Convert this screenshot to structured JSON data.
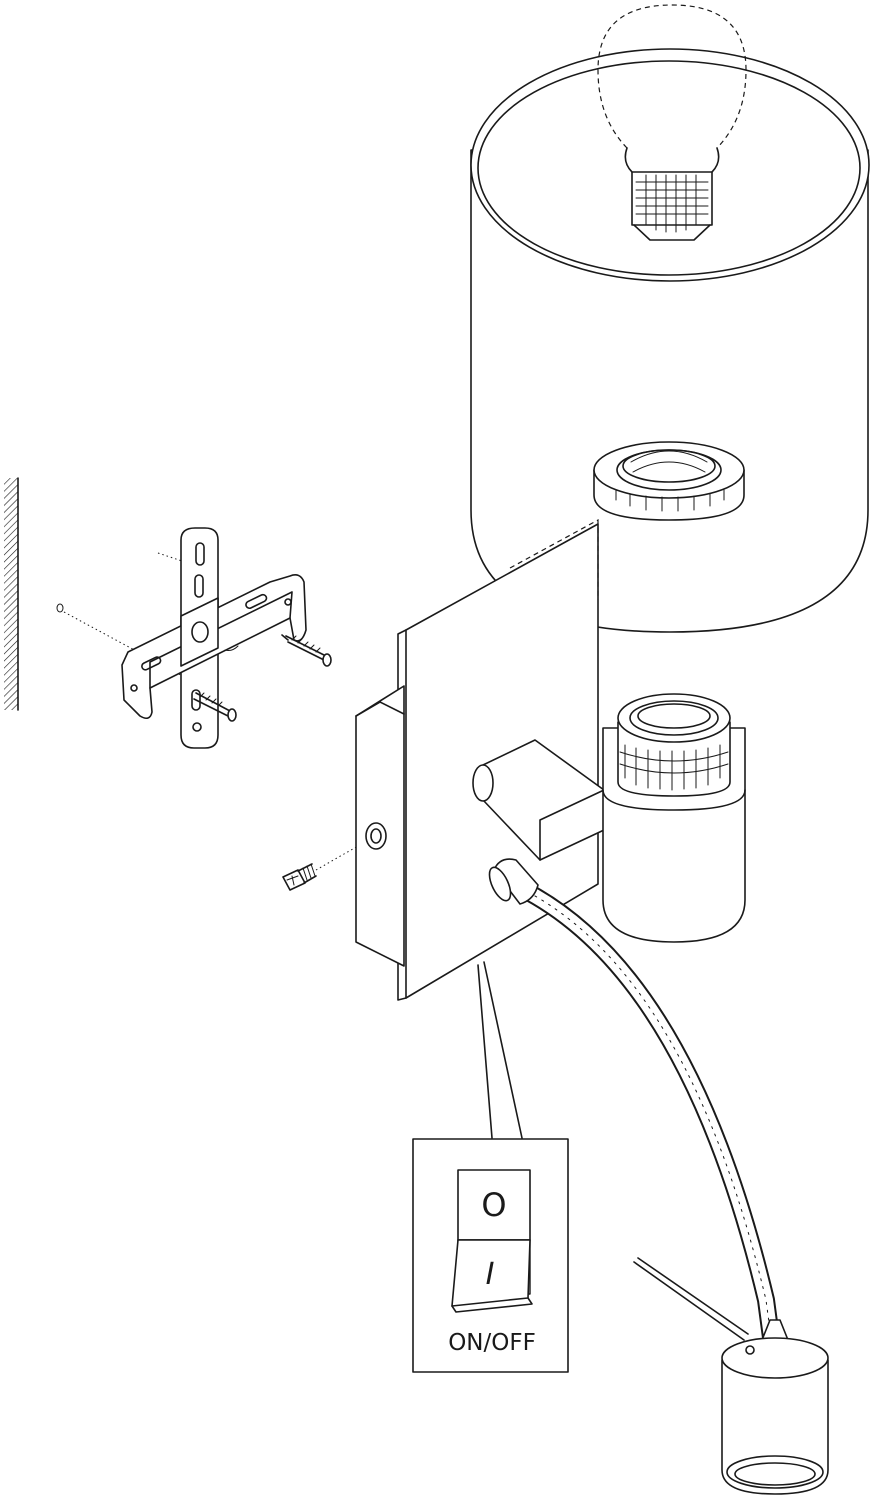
{
  "switch": {
    "off_symbol": "O",
    "on_symbol": "I",
    "label": "ON/OFF"
  },
  "icons": {
    "wall": "wall-hatch-icon",
    "bracket": "mounting-bracket-icon",
    "screw": "screw-icon",
    "bulb": "light-bulb-icon",
    "shade": "lamp-shade-icon",
    "socket": "lamp-socket-icon",
    "reading_light": "reading-light-icon"
  },
  "colors": {
    "line": "#1a1a1a",
    "background": "#ffffff",
    "switch_face": "#e9e9e9"
  }
}
